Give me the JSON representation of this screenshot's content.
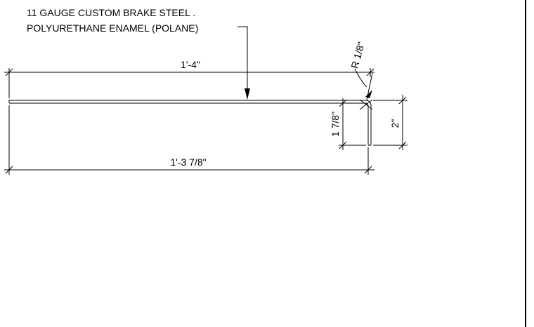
{
  "note": {
    "line1": "11 GAUGE CUSTOM BRAKE STEEL .",
    "line2": "POLYURETHANE ENAMEL (POLANE)"
  },
  "dimensions": {
    "top_length": "1'-4\"",
    "bottom_length": "1'-3 7/8\"",
    "bend_radius": "R 1/8\"",
    "inner_leg": "1 7/8\"",
    "outer_leg": "2\""
  },
  "colors": {
    "line": "#000000",
    "background": "#ffffff"
  }
}
